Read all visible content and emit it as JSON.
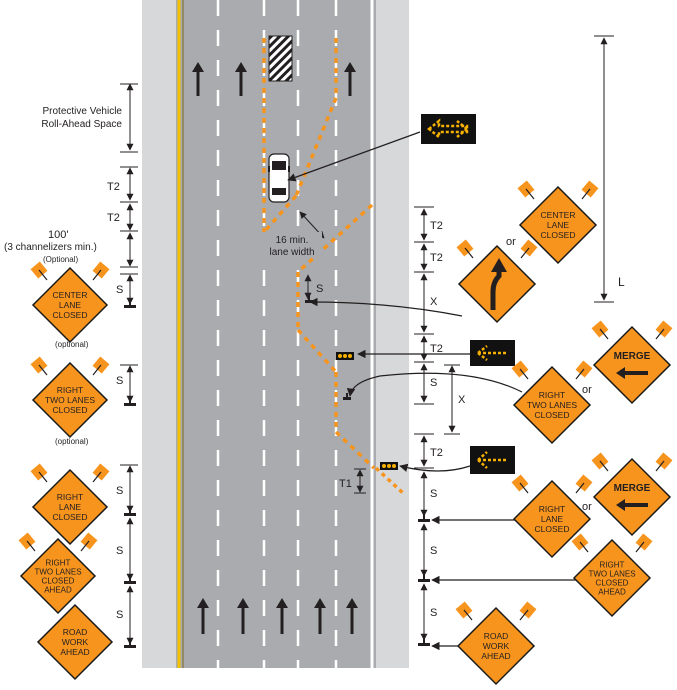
{
  "colors": {
    "shoulder": "#d7d8d9",
    "pavement": "#a9abae",
    "edgeline_yellow": "#f2c200",
    "lane_line": "#ffffff",
    "channelizer": "#f7941d",
    "sign_orange": "#f7941d",
    "sign_border": "#1a1a1a",
    "text": "#231f20",
    "arrow_board": "#111111",
    "arrow_light": "#f5b000"
  },
  "left_labels": {
    "rollahead_line1": "Protective Vehicle",
    "rollahead_line2": "Roll-Ahead Space",
    "t2_a": "T2",
    "t2_b": "T2",
    "taper_line1": "100'",
    "taper_line2": "(3 channelizers min.)",
    "taper_line3": "(Optional)",
    "s_1": "S",
    "optional_1": "(optional)",
    "s_2": "S",
    "optional_2": "(optional)",
    "s_3": "S",
    "s_4": "S",
    "s_5": "S"
  },
  "road_labels": {
    "lane_width_line1": "16  min.",
    "lane_width_line2": "lane width",
    "s_inner": "S",
    "t1": "T1"
  },
  "right_labels": {
    "t2_a": "T2",
    "t2_b": "T2",
    "x_1": "X",
    "t2_c": "T2",
    "s_a": "S",
    "x_2": "X",
    "t2_d": "T2",
    "s_b": "S",
    "s_c": "S",
    "s_d": "S",
    "l": "L",
    "or_1": "or",
    "or_2": "or",
    "or_3": "or"
  },
  "signs": {
    "left_center_lane": [
      "CENTER",
      "LANE",
      "CLOSED"
    ],
    "left_right_two_lanes": [
      "RIGHT",
      "TWO LANES",
      "CLOSED"
    ],
    "left_right_lane": [
      "RIGHT",
      "LANE",
      "CLOSED"
    ],
    "left_right_two_ahead": [
      "RIGHT",
      "TWO LANES",
      "CLOSED",
      "AHEAD"
    ],
    "left_road_work": [
      "ROAD",
      "WORK",
      "AHEAD"
    ],
    "right_center_lane": [
      "CENTER",
      "LANE",
      "CLOSED"
    ],
    "right_right_two_lanes": [
      "RIGHT",
      "TWO LANES",
      "CLOSED"
    ],
    "right_merge_1": [
      "MERGE"
    ],
    "right_right_lane": [
      "RIGHT",
      "LANE",
      "CLOSED"
    ],
    "right_merge_2": [
      "MERGE"
    ],
    "right_right_two_ahead": [
      "RIGHT",
      "TWO LANES",
      "CLOSED",
      "AHEAD"
    ],
    "right_road_work": [
      "ROAD",
      "WORK",
      "AHEAD"
    ]
  }
}
